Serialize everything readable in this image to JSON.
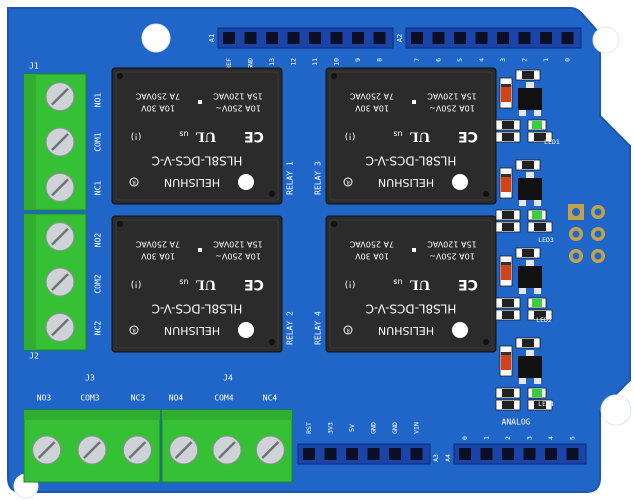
{
  "board": {
    "colors": {
      "pcb": "#1f66c8",
      "pcb_edge": "#1a57ab",
      "relay": "#2b2b2b",
      "terminal": "#35c035",
      "header": "#1b44a8",
      "pin": "#0b0f26"
    },
    "connectors": {
      "j1": "J1",
      "j2": "J2",
      "j3": "J3",
      "j4": "J4",
      "a1": "A1",
      "a2": "A2",
      "a3": "A3",
      "a4": "A4"
    },
    "top_left_pins": [
      "AREF",
      "GND",
      "13",
      "12",
      "11",
      "10",
      "9",
      "8"
    ],
    "top_right_pins": [
      "7",
      "6",
      "5",
      "4",
      "3",
      "2",
      "1",
      "0"
    ],
    "power_pins": [
      "RST",
      "3V3",
      "5V",
      "GND",
      "GND",
      "VIN"
    ],
    "analog_pins": [
      "0",
      "1",
      "2",
      "3",
      "4",
      "5"
    ],
    "analog_label": "ANALOG",
    "j1_terms": [
      "NO1",
      "COM1",
      "NC1"
    ],
    "j2_terms": [
      "NO2",
      "COM2",
      "NC2"
    ],
    "j3_terms": [
      "NO3",
      "COM3",
      "NC3"
    ],
    "j4_terms": [
      "NO4",
      "COM4",
      "NC4"
    ],
    "relay_labels": [
      "RELAY 1",
      "RELAY 2",
      "RELAY 3",
      "RELAY 4"
    ],
    "led_labels": [
      "LED1",
      "LED2",
      "LED3",
      "LED4"
    ],
    "relay_text": {
      "brand": "HELISHUN",
      "model": "HLS8L-DCS-V-C",
      "rating1": "10A 250V~",
      "rating2": "15A 120VAC",
      "rating3": "10A 30V",
      "rating4": "7A 250VAC",
      "ce": "CE",
      "ul": "UL",
      "us": "us",
      "r": "R"
    }
  }
}
